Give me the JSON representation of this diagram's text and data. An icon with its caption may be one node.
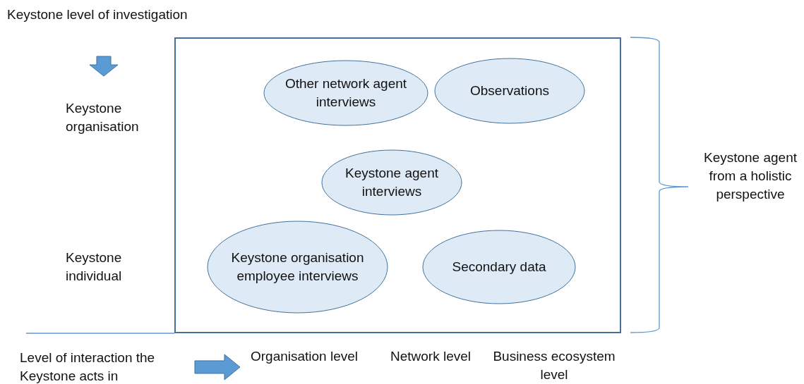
{
  "diagram": {
    "nodes": [
      {
        "text": [],
        "shape": "box"
      },
      {
        "text": [
          "Other network agent interviews"
        ],
        "in": 0
      },
      {
        "text": [
          "Observations"
        ],
        "in": 0
      },
      {
        "text": [
          "Keystone agent interviews"
        ],
        "in": 0
      },
      {
        "text": [
          "Keystone organisation employee interviews"
        ],
        "in": 0
      },
      {
        "text": [
          "Secondary data"
        ],
        "in": 0
      }
    ],
    "labels": [
      "Keystone level of investigation",
      "Keystone organisation",
      "Keystone individual",
      "Keystone agent from a holistic perspective",
      "Level of interaction the Keystone acts in",
      "Organisation level",
      "Network level",
      "Business ecosystem level"
    ]
  }
}
